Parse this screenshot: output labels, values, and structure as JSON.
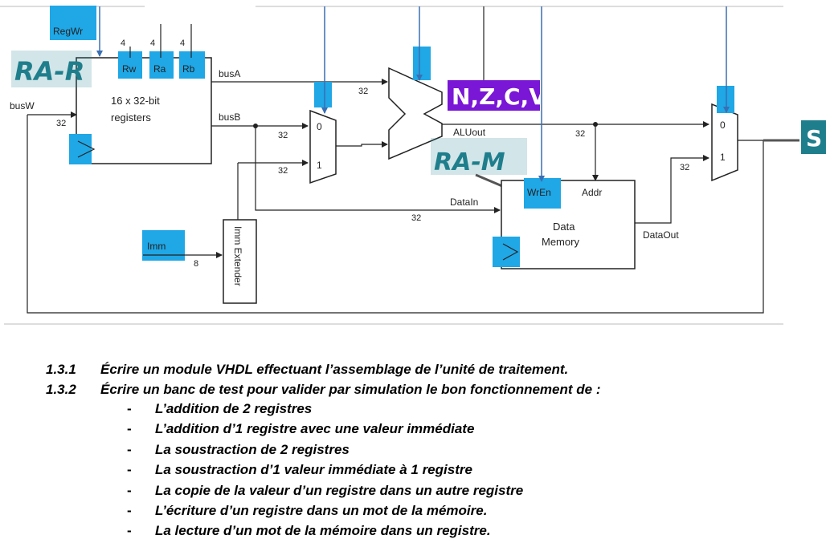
{
  "diagram": {
    "regfile": {
      "title_line1": "16 x 32-bit",
      "title_line2": "registers",
      "regwr": "RegWr",
      "ports": [
        "Rw",
        "Ra",
        "Rb"
      ],
      "port_widths": [
        "4",
        "4",
        "4"
      ]
    },
    "signals": {
      "busA": "busA",
      "busB": "busB",
      "busW": "busW",
      "aluout": "ALUout",
      "datain": "DataIn",
      "dataout": "DataOut",
      "imm": "Imm"
    },
    "widths": {
      "busw": "32",
      "busa": "32",
      "busb_mux0": "32",
      "ext_mux1": "32",
      "aluout": "32",
      "datain": "32",
      "dataout": "32",
      "imm": "8"
    },
    "mux_b": {
      "in0": "0",
      "in1": "1"
    },
    "mux_out": {
      "in0": "0",
      "in1": "1"
    },
    "imm_extender": "Imm Extender",
    "memory": {
      "title_line1": "Data",
      "title_line2": "Memory",
      "wren": "WrEn",
      "addr": "Addr"
    },
    "annotations": {
      "handwritten_regfile": "RA-R",
      "flags": "N,Z,C,V",
      "handwritten_mem": "RA-M",
      "output_s": "S"
    },
    "colors": {
      "highlight": "#1fa7e6",
      "flags_bg": "#7a16d6",
      "handwriting": "#1f7e8c",
      "wire_blue": "#3a6fb3"
    }
  },
  "exercise": {
    "items": [
      {
        "number": "1.3.1",
        "text": "Écrire un module VHDL effectuant l’assemblage de l’unité de traitement."
      },
      {
        "number": "1.3.2",
        "text": "Écrire un banc de test pour valider par simulation le bon fonctionnement de :"
      }
    ],
    "bullet": "-",
    "subitems": [
      "L’addition de 2 registres",
      "L’addition d’1 registre avec une valeur immédiate",
      "La soustraction de 2 registres",
      "La soustraction d’1 valeur immédiate à 1 registre",
      "La copie de la valeur d’un registre dans un autre registre",
      "L’écriture d’un registre dans un mot de la mémoire.",
      "La lecture d’un mot de la mémoire dans un registre."
    ]
  }
}
